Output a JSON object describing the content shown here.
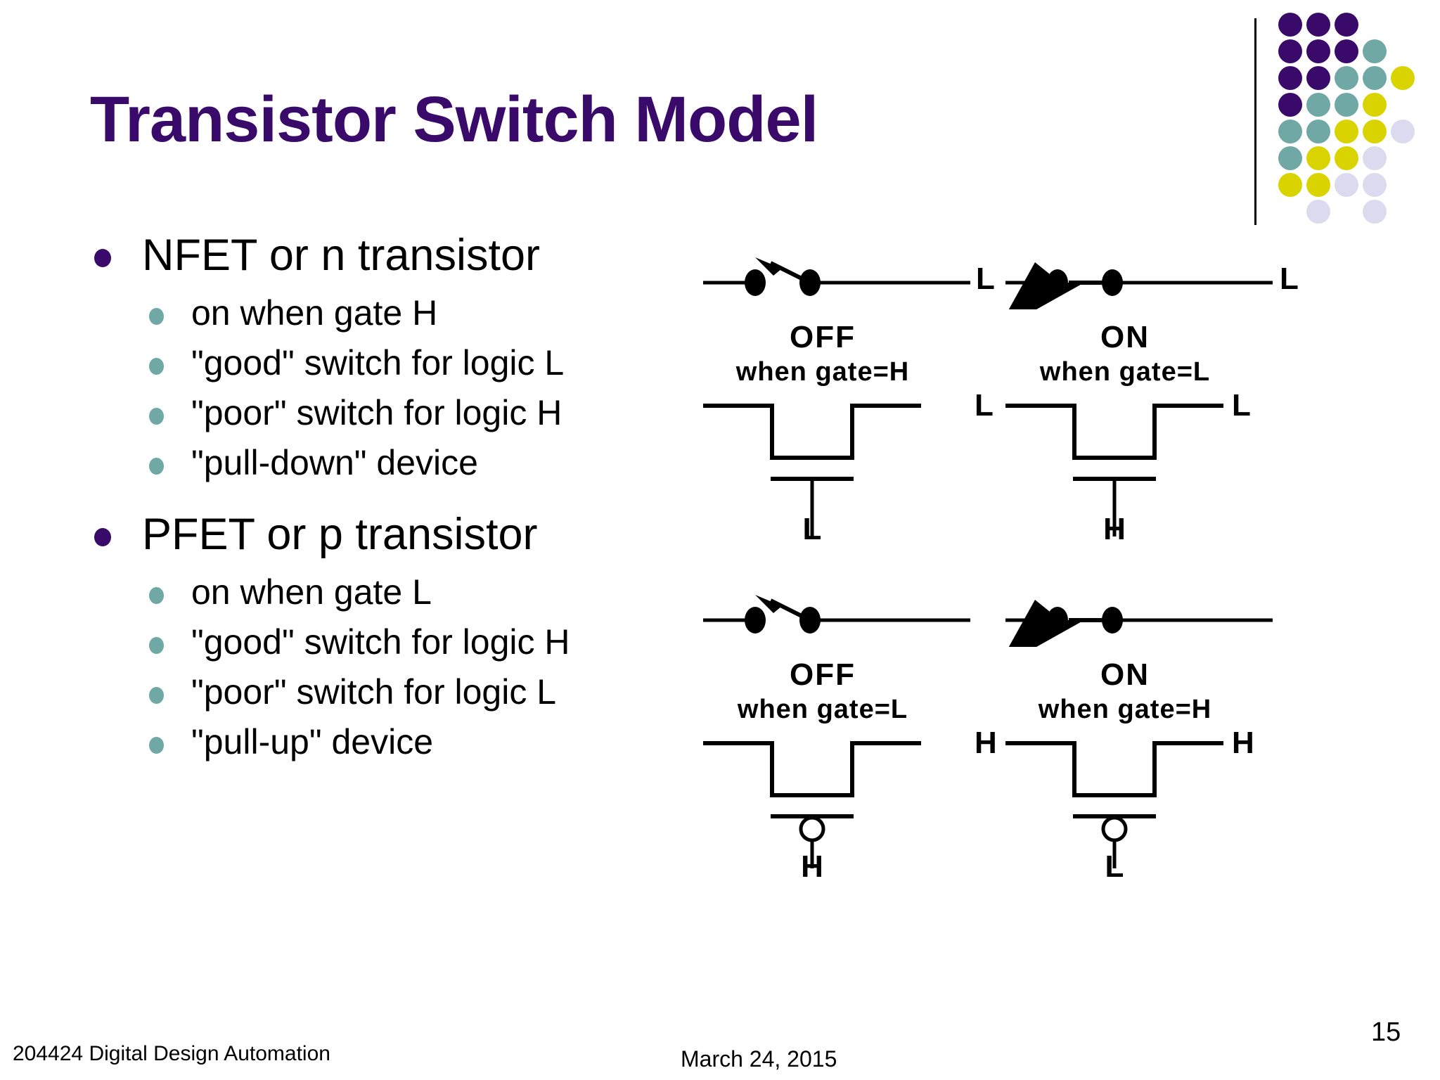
{
  "slide": {
    "title": "Transistor Switch Model",
    "page_number": "15",
    "colors": {
      "title_purple": "#3a0a6b",
      "bullet_purple": "#3a0a6b",
      "bullet_teal": "#6fa8a4",
      "logo_yellow": "#d9d400",
      "logo_lavender": "#dcdaee",
      "line_black": "#000000"
    }
  },
  "logo": {
    "name": "dot-matrix-logo",
    "rows": [
      [
        "purple",
        "purple",
        "purple",
        null,
        null
      ],
      [
        "purple",
        "purple",
        "purple",
        "teal",
        null
      ],
      [
        "purple",
        "purple",
        "teal",
        "teal",
        "yellow"
      ],
      [
        "purple",
        "teal",
        "teal",
        "yellow",
        null
      ],
      [
        "teal",
        "teal",
        "yellow",
        "yellow",
        "lavender"
      ],
      [
        "teal",
        "yellow",
        "yellow",
        "lavender",
        null
      ],
      [
        "yellow",
        "yellow",
        "lavender",
        "lavender",
        null
      ],
      [
        null,
        "lavender",
        null,
        "lavender",
        null
      ]
    ]
  },
  "content": {
    "groups": [
      {
        "heading": "NFET or n transistor",
        "items": [
          "on when gate H",
          "\"good\" switch for logic L",
          "\"poor\" switch for logic H",
          "\"pull-down\" device"
        ]
      },
      {
        "heading": "PFET or p transistor",
        "items": [
          "on when gate L",
          "\"good\" switch for logic H",
          "\"poor\" switch for logic L",
          "\"pull-up\" device"
        ]
      }
    ]
  },
  "diagrams": {
    "nfet": {
      "off": {
        "state": "OFF",
        "condition": "when gate=H",
        "switch": "open",
        "left_terminal": "",
        "right_terminal": "",
        "fet": {
          "type": "nfet",
          "bubble": false,
          "left_terminal": "",
          "right_terminal": "",
          "gate_label": "L"
        }
      },
      "on": {
        "state": "ON",
        "condition": "when gate=L",
        "switch": "closed",
        "left_terminal": "L",
        "right_terminal": "L",
        "fet": {
          "type": "nfet",
          "bubble": false,
          "left_terminal": "L",
          "right_terminal": "L",
          "gate_label": "H"
        }
      }
    },
    "pfet": {
      "off": {
        "state": "OFF",
        "condition": "when gate=L",
        "switch": "open",
        "left_terminal": "",
        "right_terminal": "",
        "fet": {
          "type": "pfet",
          "bubble": true,
          "left_terminal": "",
          "right_terminal": "",
          "gate_label": "H"
        }
      },
      "on": {
        "state": "ON",
        "condition": "when gate=H",
        "switch": "closed",
        "left_terminal": "",
        "right_terminal": "",
        "fet": {
          "type": "pfet",
          "bubble": true,
          "left_terminal": "H",
          "right_terminal": "H",
          "gate_label": "L"
        }
      }
    }
  },
  "footer": {
    "left": "204424 Digital Design Automation",
    "center": "March 24, 2015"
  }
}
